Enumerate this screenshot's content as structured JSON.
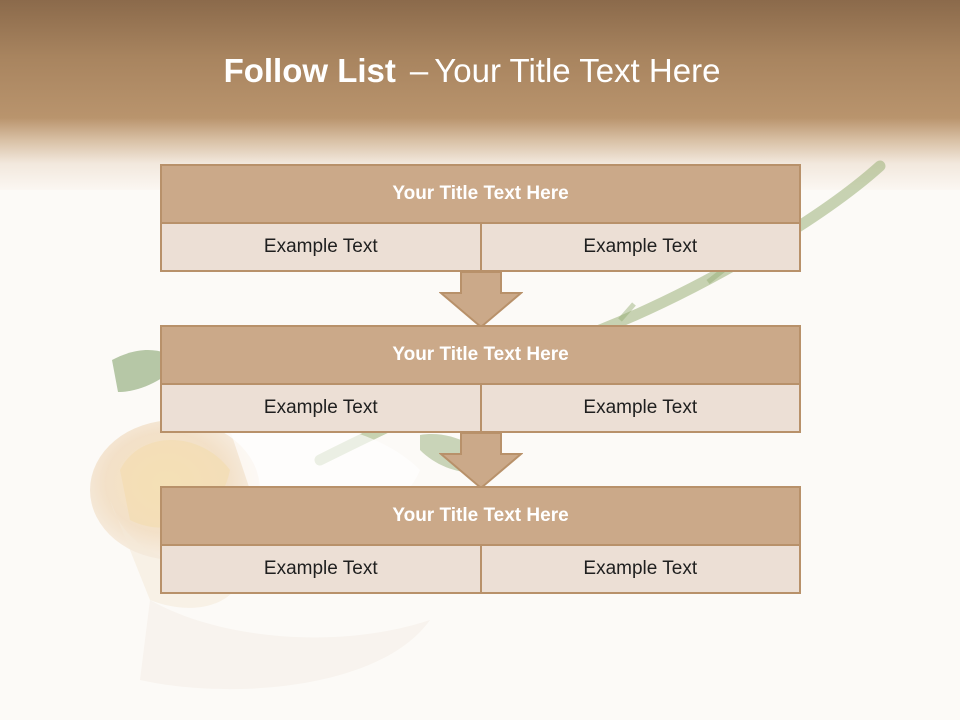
{
  "slide": {
    "title_bold": "Follow List",
    "title_dash": "–",
    "title_rest": "Your Title Text Here"
  },
  "steps": [
    {
      "title": "Your Title Text Here",
      "left": "Example Text",
      "right": "Example Text"
    },
    {
      "title": "Your Title Text Here",
      "left": "Example Text",
      "right": "Example Text"
    },
    {
      "title": "Your Title Text Here",
      "left": "Example Text",
      "right": "Example Text"
    }
  ],
  "colors": {
    "header_brown": "#a8845f",
    "box_title_fill": "#cba989",
    "box_row_fill": "#ecdfd5",
    "box_border": "#b8916a",
    "arrow_fill": "#cba989"
  }
}
